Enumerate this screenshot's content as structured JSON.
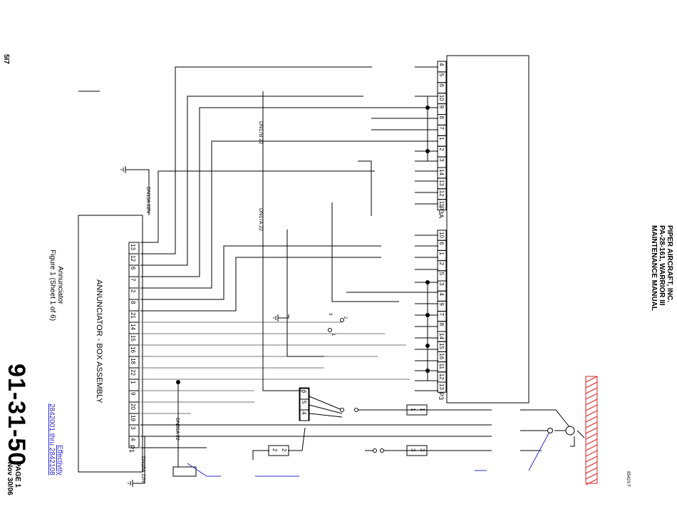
{
  "header": {
    "company": "PIPER AIRCRAFT, INC.",
    "model": "PA-28-161, WARRIOR III",
    "manual": "MAINTENANCE MANUAL"
  },
  "footer": {
    "section_number": "91-31-50",
    "page": "PAGE 1",
    "date": "Nov 30/06",
    "effectivity_label": "Effectivity",
    "effectivity_range": "2842001 thru 2842108",
    "side_code": "5I7",
    "figure_code": "85423 F"
  },
  "figure": {
    "title": "Annunciator",
    "subtitle": "Figure 1 (Sheet 1 of 6)"
  },
  "diagram": {
    "box_label": "ANNUNCIATOR - BOX ASSEMBLY",
    "connectors": {
      "p3a": {
        "label": "P3A",
        "pins": [
          "4",
          "5",
          "6",
          "10",
          "9",
          "8",
          "7",
          "1",
          "2",
          "3",
          "14",
          "13",
          "12",
          "11"
        ]
      },
      "p3": {
        "label": "P3",
        "pins": [
          "10",
          "6",
          "1",
          "2",
          "5",
          "3",
          "4",
          "9",
          "7",
          "8",
          "14",
          "15",
          "16",
          "11",
          "12",
          "13"
        ]
      },
      "p1": {
        "label": "P1",
        "pins": [
          "13",
          "12",
          "6",
          "7",
          "2",
          "8",
          "21",
          "14",
          "15",
          "16",
          "18",
          "22",
          "1",
          "9",
          "20",
          "19",
          "3",
          "4"
        ]
      },
      "relay": {
        "pins": [
          "6",
          "5",
          "4"
        ]
      }
    },
    "wires": {
      "dn17b": "DN17B 22",
      "dn17a": "DN17A 22",
      "dn15a": "DN15A 22N",
      "dn31a": "DN31A 22",
      "dn16a": "DN16A 22N"
    },
    "switch_terminals": {
      "t1": "1",
      "t2": "2",
      "t3": "3",
      "s1a": "1",
      "s1b": "1",
      "s2a": "2",
      "s2b": "2",
      "s3a": "3",
      "s3b": "3"
    }
  }
}
